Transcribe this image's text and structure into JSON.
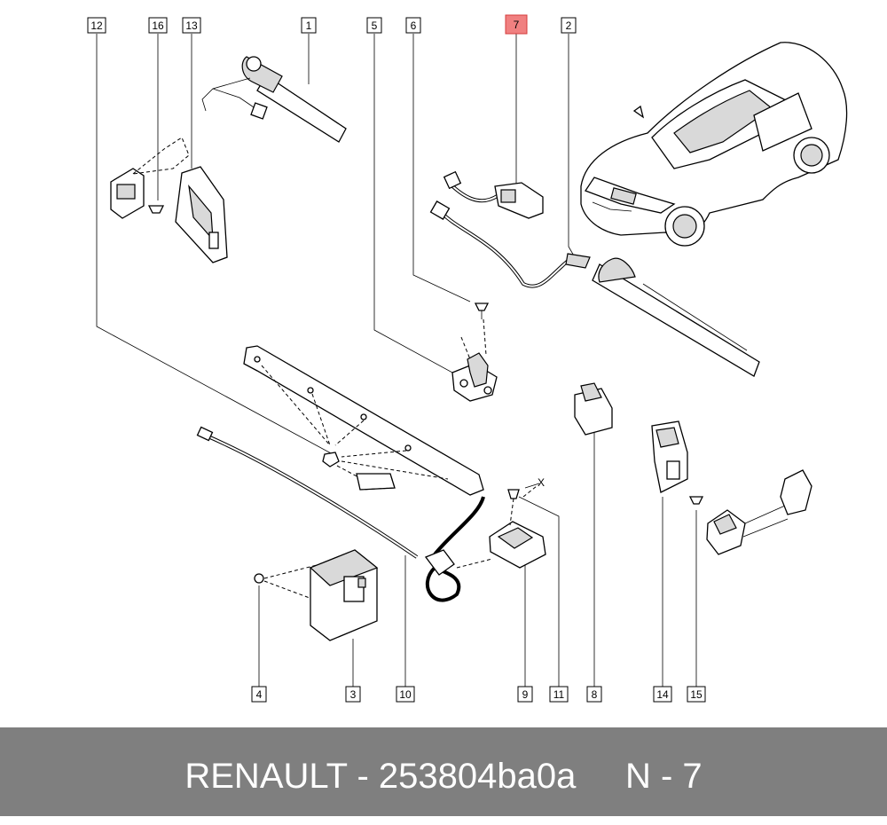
{
  "callouts": [
    {
      "id": "12",
      "label": "12",
      "highlighted": false
    },
    {
      "id": "16",
      "label": "16",
      "highlighted": false
    },
    {
      "id": "13",
      "label": "13",
      "highlighted": false
    },
    {
      "id": "1",
      "label": "1",
      "highlighted": false
    },
    {
      "id": "5",
      "label": "5",
      "highlighted": false
    },
    {
      "id": "6",
      "label": "6",
      "highlighted": false
    },
    {
      "id": "7",
      "label": "7",
      "highlighted": true
    },
    {
      "id": "2",
      "label": "2",
      "highlighted": false
    },
    {
      "id": "4",
      "label": "4",
      "highlighted": false
    },
    {
      "id": "3",
      "label": "3",
      "highlighted": false
    },
    {
      "id": "10",
      "label": "10",
      "highlighted": false
    },
    {
      "id": "9",
      "label": "9",
      "highlighted": false
    },
    {
      "id": "11",
      "label": "11",
      "highlighted": false
    },
    {
      "id": "8",
      "label": "8",
      "highlighted": false
    },
    {
      "id": "14",
      "label": "14",
      "highlighted": false
    },
    {
      "id": "15",
      "label": "15",
      "highlighted": false
    }
  ],
  "annotation_x": "X",
  "footer": {
    "text": "RENAULT - 253804ba0a     N - 7"
  },
  "colors": {
    "footer_bg": "#7f7f7f",
    "highlight_fill": "#f08080",
    "highlight_stroke": "#d43c3c"
  }
}
